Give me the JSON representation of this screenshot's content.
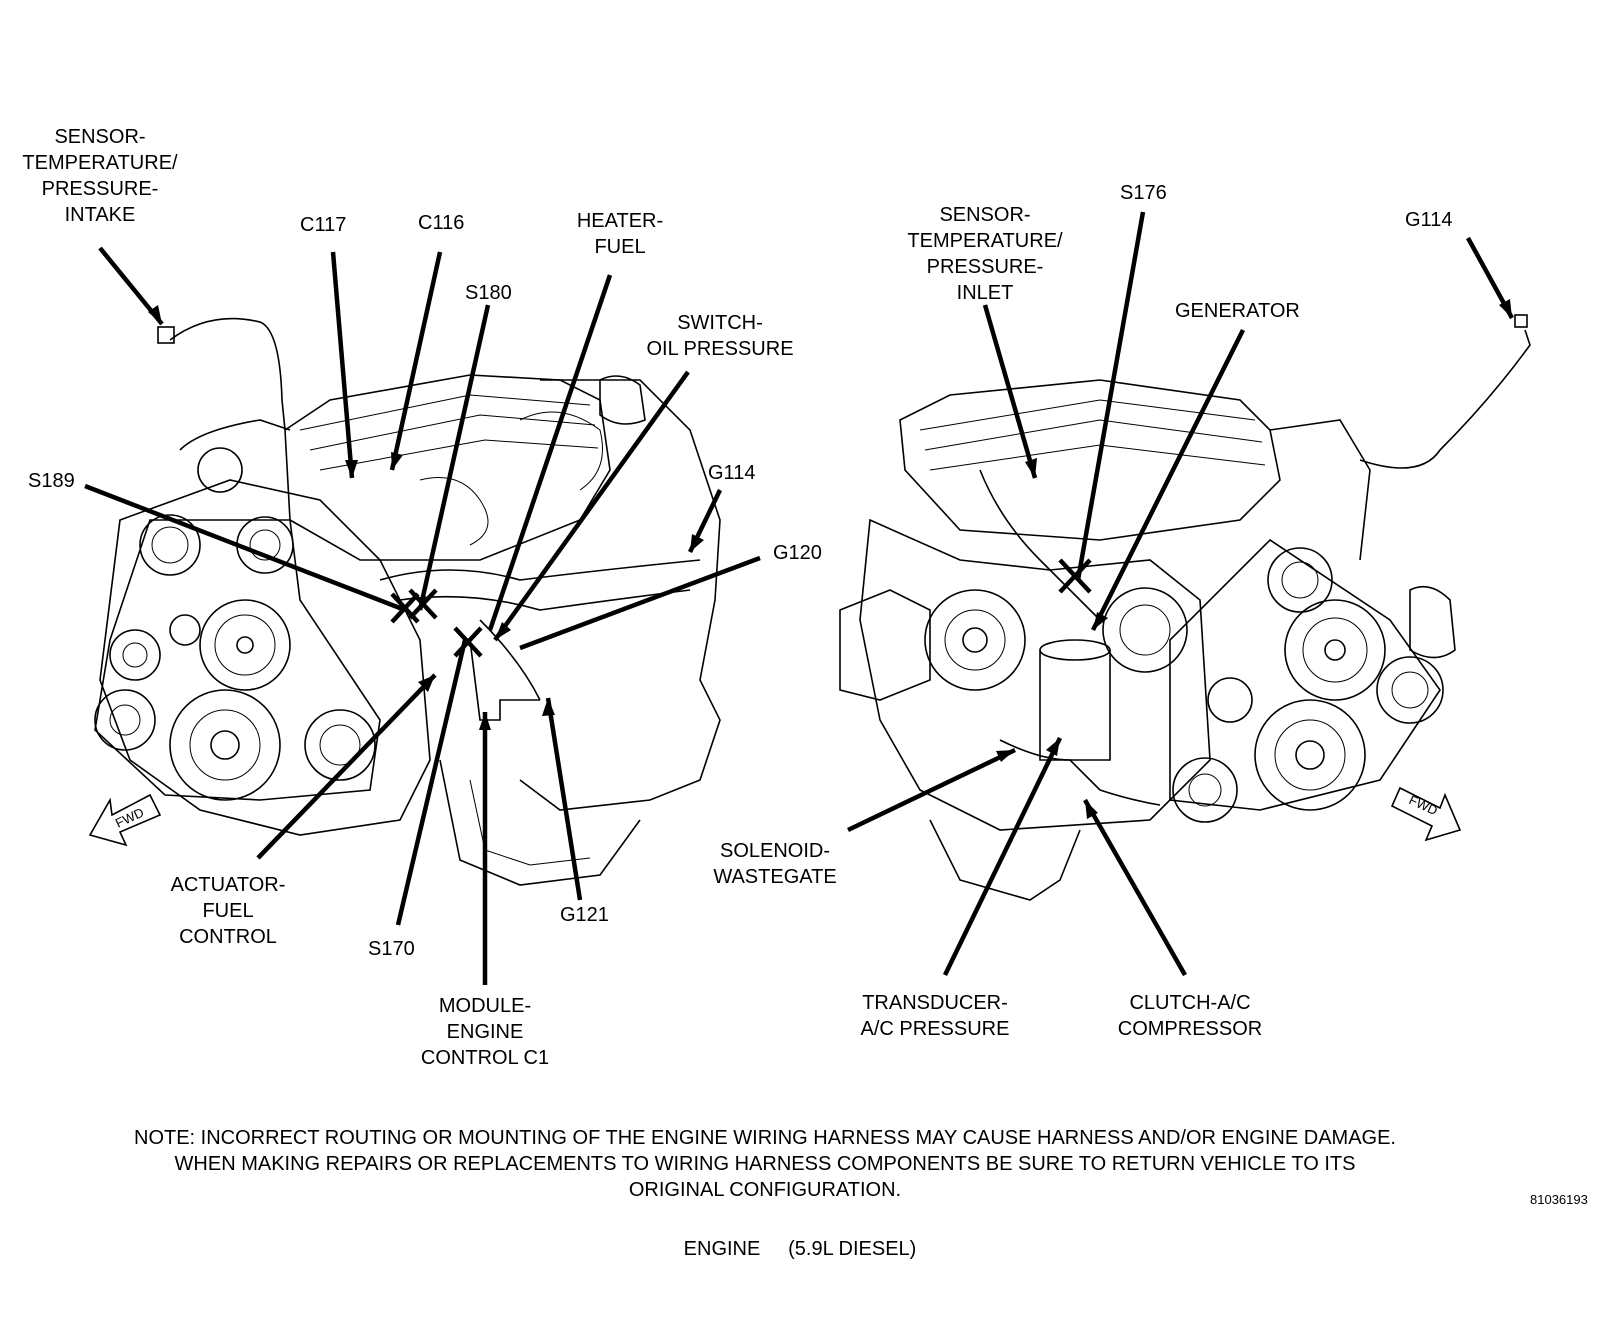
{
  "labels": {
    "sensor_temp_pressure_intake": [
      "SENSOR-",
      "TEMPERATURE/",
      "PRESSURE-",
      "INTAKE"
    ],
    "c117": "C117",
    "c116": "C116",
    "heater_fuel": [
      "HEATER-",
      "FUEL"
    ],
    "s180": "S180",
    "switch_oil_pressure": [
      "SWITCH-",
      "OIL PRESSURE"
    ],
    "g114_left": "G114",
    "g120": "G120",
    "s189": "S189",
    "actuator_fuel_control": [
      "ACTUATOR-",
      "FUEL",
      "CONTROL"
    ],
    "s170": "S170",
    "g121": "G121",
    "module_engine_control": [
      "MODULE-",
      "ENGINE",
      "CONTROL C1"
    ],
    "sensor_temp_pressure_inlet": [
      "SENSOR-",
      "TEMPERATURE/",
      "PRESSURE-",
      "INLET"
    ],
    "s176": "S176",
    "g114_right": "G114",
    "generator": "GENERATOR",
    "solenoid_wastegate": [
      "SOLENOID-",
      "WASTEGATE"
    ],
    "transducer_ac_pressure": [
      "TRANSDUCER-",
      "A/C PRESSURE"
    ],
    "clutch_ac_compressor": [
      "CLUTCH-A/C",
      "COMPRESSOR"
    ],
    "fwd_left": "FWD",
    "fwd_right": "FWD"
  },
  "note": [
    "NOTE: INCORRECT ROUTING OR MOUNTING OF THE ENGINE WIRING HARNESS MAY CAUSE HARNESS AND/OR ENGINE DAMAGE.",
    "WHEN MAKING REPAIRS OR REPLACEMENTS TO WIRING HARNESS COMPONENTS BE SURE TO RETURN VEHICLE TO ITS",
    "ORIGINAL CONFIGURATION."
  ],
  "figure_id": "81036193",
  "caption": "ENGINE     (5.9L DIESEL)"
}
